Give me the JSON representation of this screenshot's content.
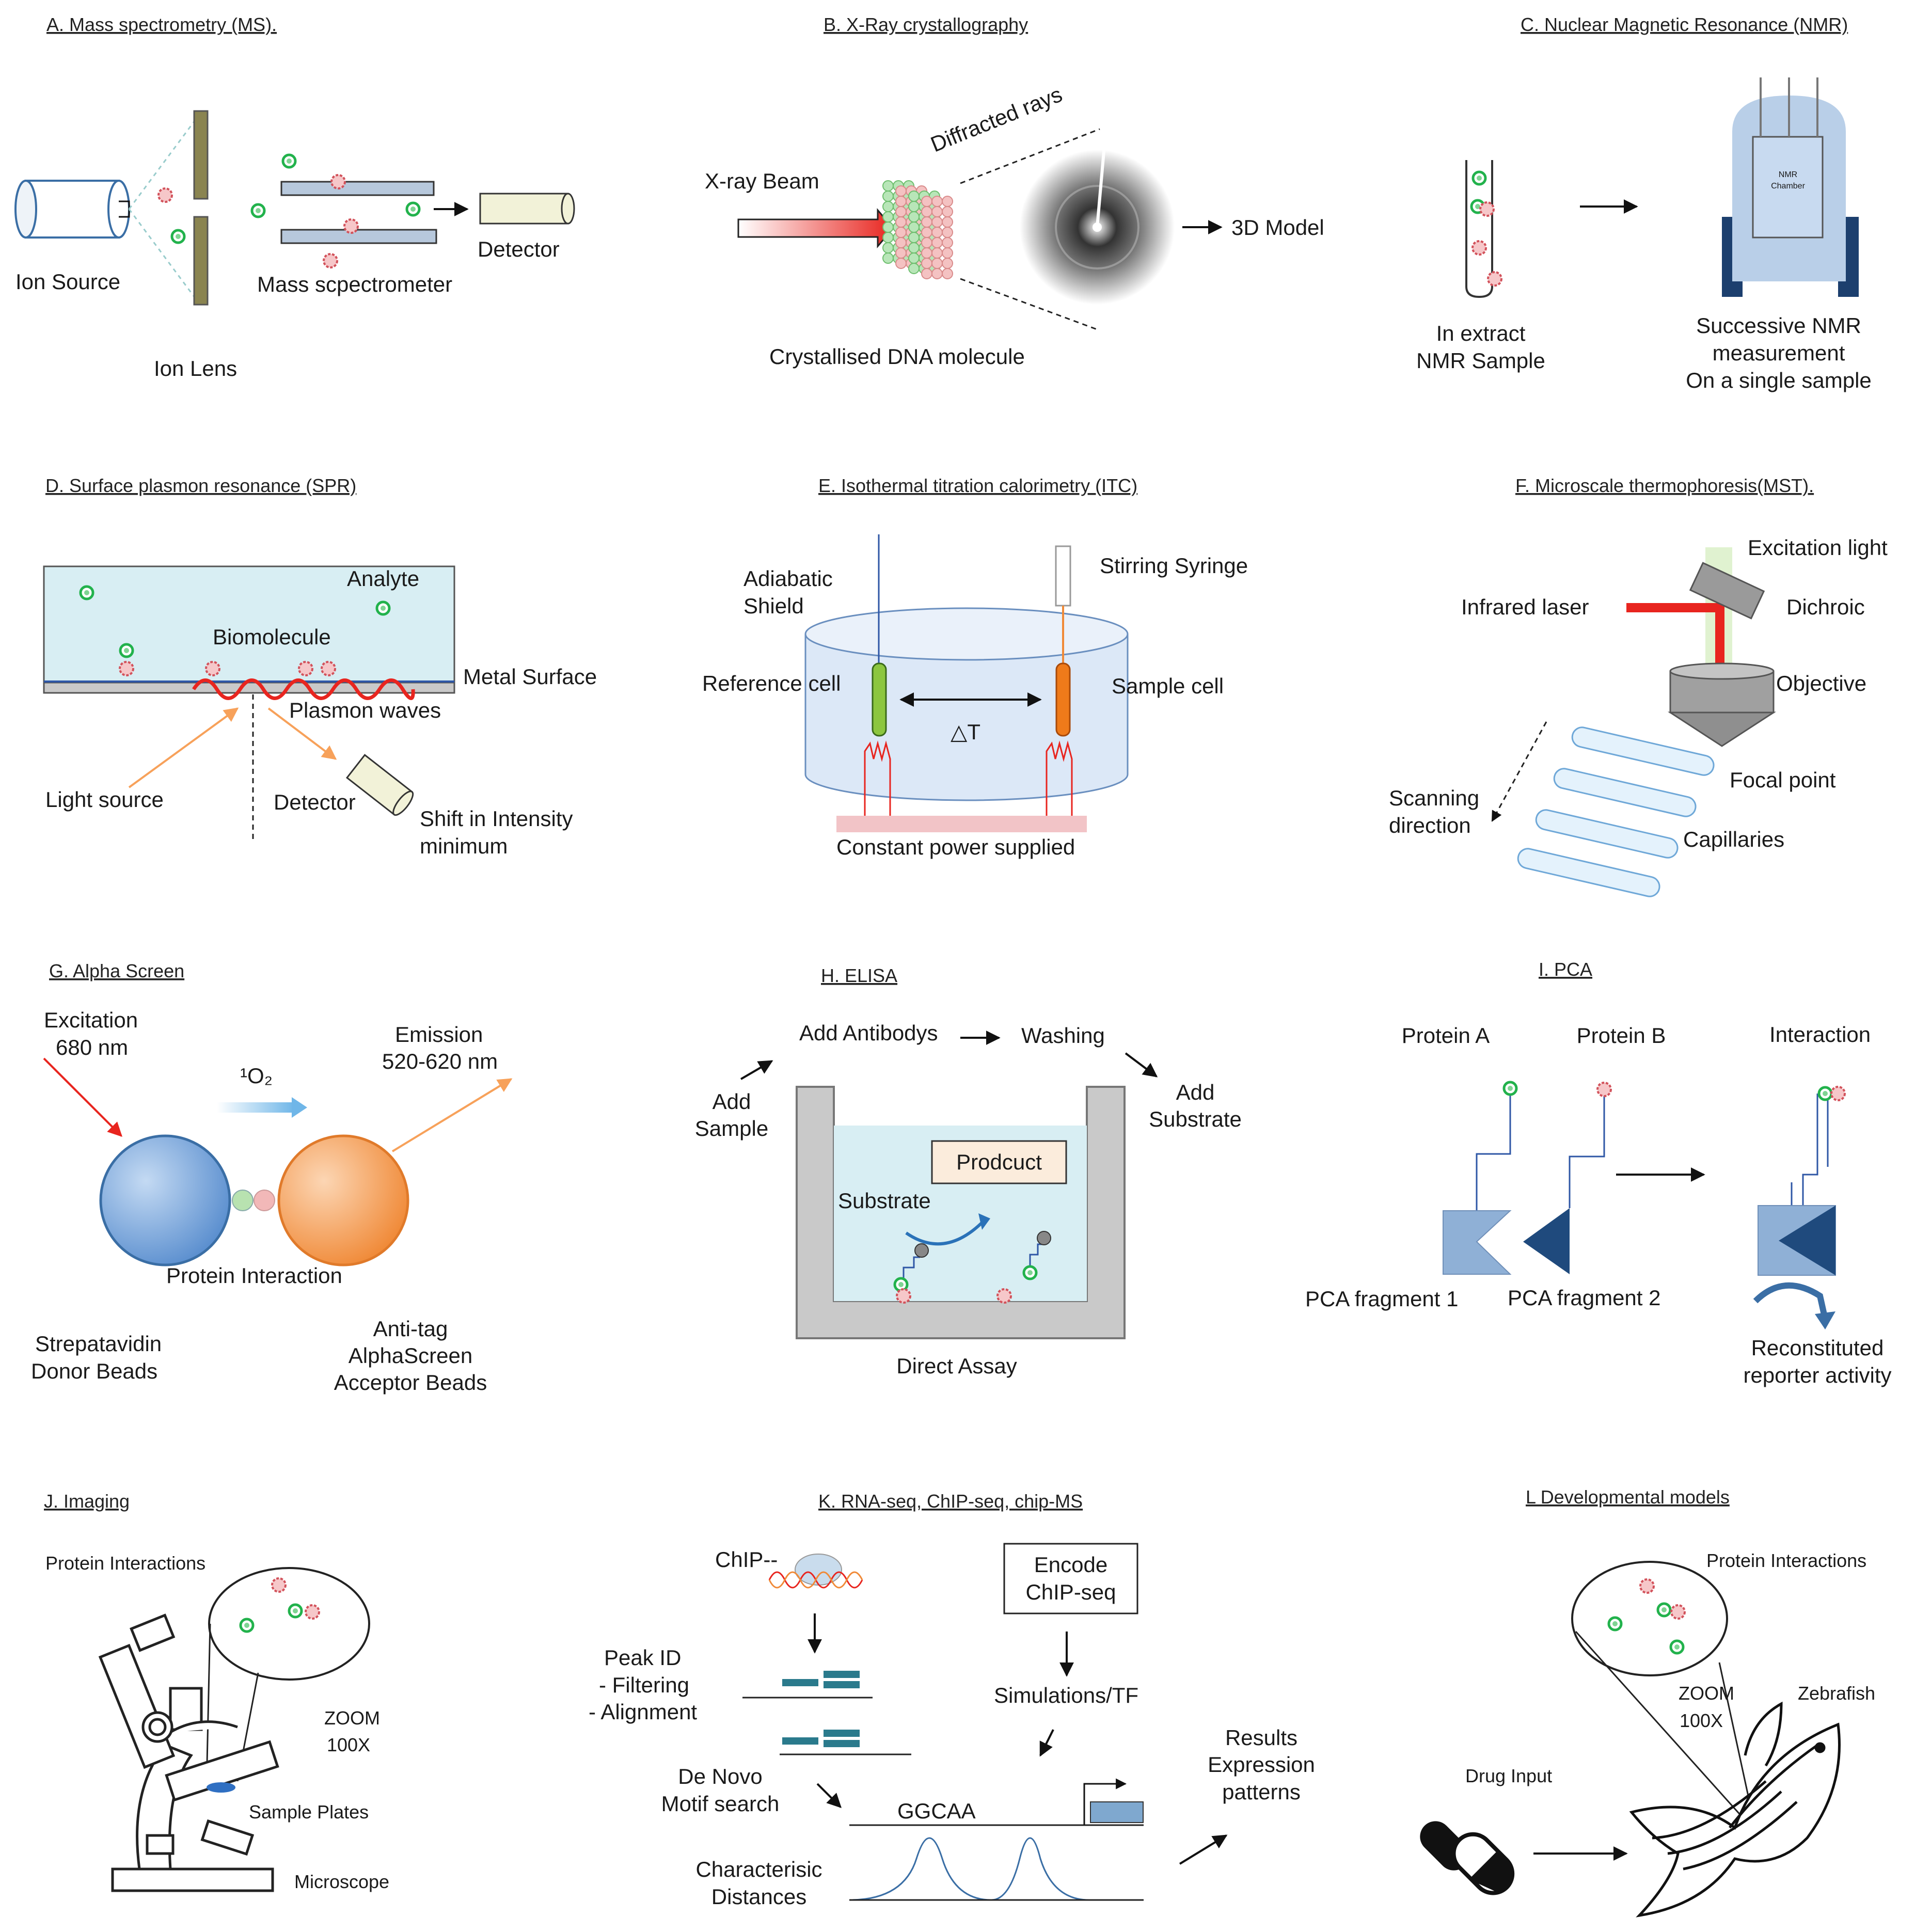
{
  "panels": {
    "a": {
      "title": "A. Mass spectrometry (MS).",
      "ion_source": "Ion Source",
      "ion_lens": "Ion Lens",
      "spectrometer": "Mass scpectrometer",
      "detector": "Detector"
    },
    "b": {
      "title": "B. X-Ray crystallography",
      "beam": "X-ray Beam",
      "diffracted": "Diffracted rays",
      "model": "3D Model",
      "molecule": "Crystallised DNA molecule"
    },
    "c": {
      "title": "C. Nuclear Magnetic Resonance (NMR)",
      "sample_1": "In extract",
      "sample_2": "NMR Sample",
      "chamber_1": "NMR",
      "chamber_2": "Chamber",
      "meas_1": "Successive  NMR",
      "meas_2": "measurement",
      "meas_3": "On a single sample"
    },
    "d": {
      "title": "D. Surface plasmon resonance (SPR)",
      "analyte": "Analyte",
      "biomolecule": "Biomolecule",
      "metal": "Metal Surface",
      "plasmon": "Plasmon waves",
      "light": "Light source",
      "detector": "Detector",
      "shift_1": "Shift in Intensity",
      "shift_2": "minimum"
    },
    "e": {
      "title": "E. Isothermal titration calorimetry (ITC)",
      "shield_1": "Adiabatic",
      "shield_2": "Shield",
      "syringe": "Stirring Syringe",
      "ref_cell": "Reference  cell",
      "sample_cell": "Sample cell",
      "delta": "△T",
      "power": "Constant  power supplied"
    },
    "f": {
      "title": "F. Microscale thermophoresis(MST).",
      "excitation": "Excitation light",
      "laser": "Infrared  laser",
      "dichroic": "Dichroic",
      "objective": "Objective",
      "focal": "Focal point",
      "scan_1": "Scanning",
      "scan_2": "direction",
      "capillaries": "Capillaries"
    },
    "g": {
      "title": "G. Alpha Screen",
      "exc_1": "Excitation",
      "exc_2": "680 nm",
      "singlet": "¹O₂",
      "em_1": "Emission",
      "em_2": "520-620  nm",
      "interaction": "Protein Interaction",
      "donor_1": "Strepatavidin",
      "donor_2": "Donor Beads",
      "acc_1": "Anti-tag",
      "acc_2": "AlphaScreen",
      "acc_3": "Acceptor Beads"
    },
    "h": {
      "title": "H. ELISA",
      "add_ab": "Add Antibodys",
      "washing": "Washing",
      "add_sample_1": "Add",
      "add_sample_2": "Sample",
      "add_sub_1": "Add",
      "add_sub_2": "Substrate",
      "product": "Prodcuct",
      "substrate": "Substrate",
      "assay": "Direct Assay"
    },
    "i": {
      "title": "I. PCA",
      "prot_a": "Protein A",
      "prot_b": "Protein B",
      "interaction": "Interaction",
      "frag_1": "PCA fragment  1",
      "frag_2": "PCA fragment  2",
      "recon_1": "Reconstituted",
      "recon_2": "reporter  activity"
    },
    "j": {
      "title": "J. Imaging",
      "interactions": "Protein Interactions",
      "zoom_1": "ZOOM",
      "zoom_2": "100X",
      "plates": "Sample Plates",
      "microscope": "Microscope"
    },
    "k": {
      "title": "K. RNA-seq, ChIP-seq, chip-MS",
      "chip": "ChIP--",
      "encode_1": "Encode",
      "encode_2": "ChIP-seq",
      "peak_1": "Peak ID",
      "peak_2": "- Filtering",
      "peak_3": "- Alignment",
      "sim": "Simulations/TF",
      "denovo_1": "De Novo",
      "denovo_2": "Motif search",
      "motif": "GGCAA",
      "results_1": "Results",
      "results_2": "Expression",
      "results_3": "patterns",
      "char_1": "Characterisic",
      "char_2": "Distances"
    },
    "l": {
      "title": "L Developmental models",
      "interactions": "Protein Interactions",
      "zoom_1": "ZOOM",
      "zoom_2": "100X",
      "zebrafish": "Zebrafish",
      "drug": "Drug Input"
    }
  },
  "colors": {
    "green": "#22b24c",
    "pink": "#e0676f",
    "navy": "#1f4a7d",
    "lightblue": "#dcecf4",
    "red": "#e8251f",
    "orange": "#f7a15a"
  }
}
